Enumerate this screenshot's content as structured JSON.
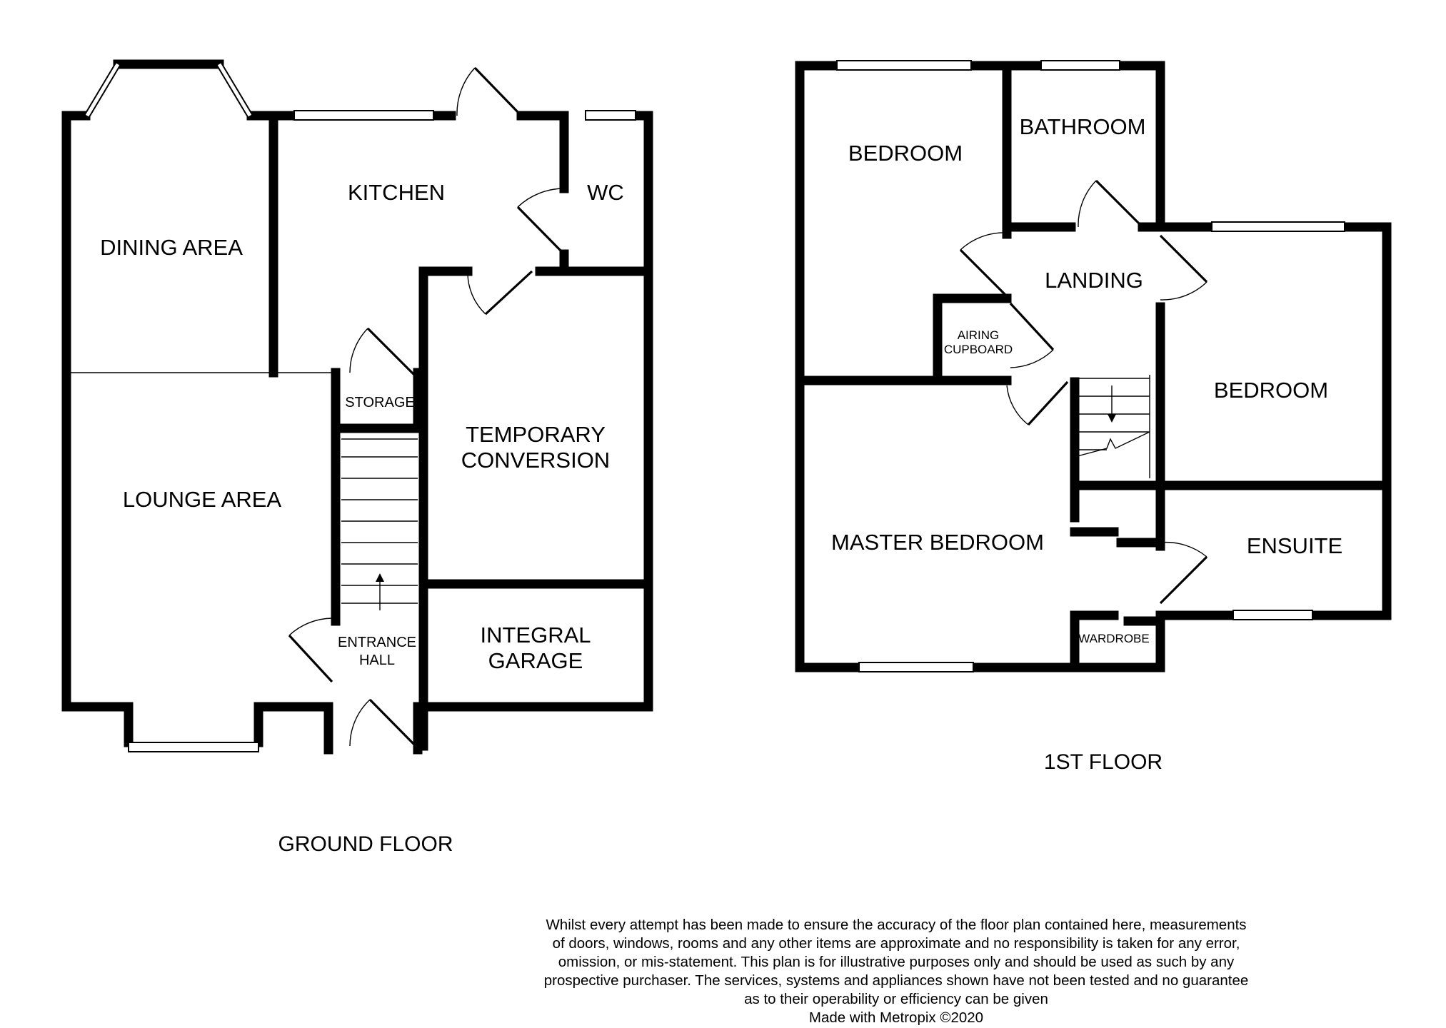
{
  "ground_floor": {
    "title": "GROUND FLOOR",
    "rooms": {
      "dining_area": "DINING AREA",
      "kitchen": "KITCHEN",
      "wc": "WC",
      "lounge_area": "LOUNGE AREA",
      "storage": "STORAGE",
      "temporary_conversion_line1": "TEMPORARY",
      "temporary_conversion_line2": "CONVERSION",
      "entrance_hall_line1": "ENTRANCE",
      "entrance_hall_line2": "HALL",
      "integral_garage_line1": "INTEGRAL",
      "integral_garage_line2": "GARAGE"
    }
  },
  "first_floor": {
    "title": "1ST FLOOR",
    "rooms": {
      "bedroom_1": "BEDROOM",
      "bathroom": "BATHROOM",
      "landing": "LANDING",
      "airing_cupboard_line1": "AIRING",
      "airing_cupboard_line2": "CUPBOARD",
      "bedroom_2": "BEDROOM",
      "master_bedroom": "MASTER BEDROOM",
      "ensuite": "ENSUITE",
      "wardrobe": "WARDROBE"
    }
  },
  "disclaimer": {
    "line1": "Whilst every attempt has been made to ensure the accuracy of the floor plan contained here, measurements",
    "line2": "of doors, windows, rooms and any other items are approximate and no responsibility is taken for any error,",
    "line3": "omission, or mis-statement. This plan is for illustrative purposes only and should be used as such by any",
    "line4": "prospective purchaser. The services, systems and appliances shown have not been tested and no guarantee",
    "line5": "as to their operability or efficiency can be given",
    "line6": "Made with Metropix ©2020"
  }
}
